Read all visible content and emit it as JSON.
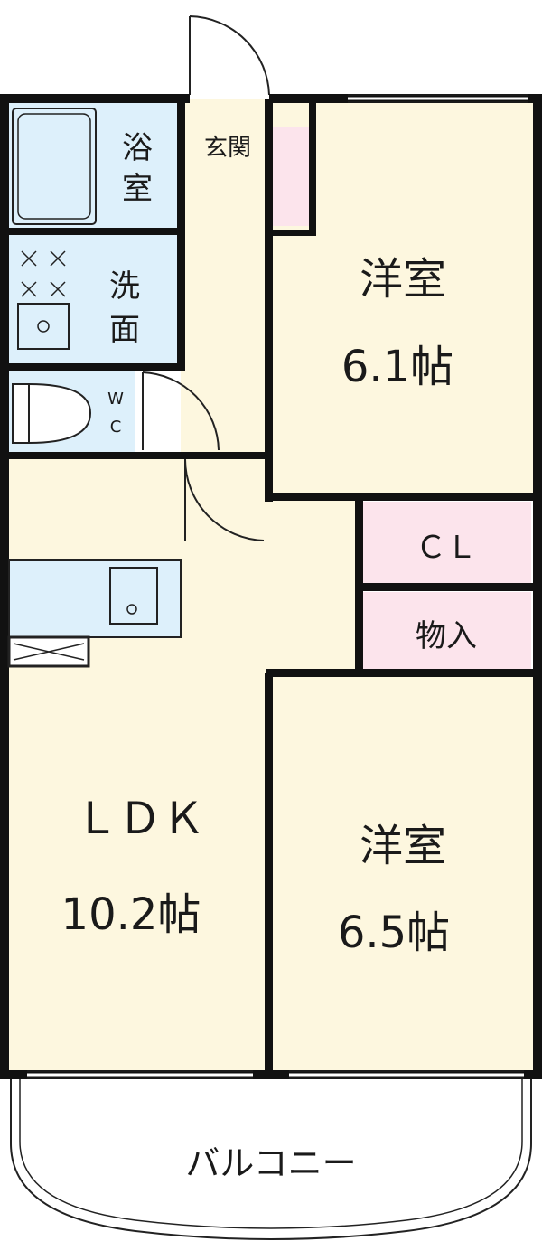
{
  "rooms": {
    "bath": {
      "label_line1": "浴",
      "label_line2": "室"
    },
    "washroom": {
      "label_line1": "洗",
      "label_line2": "面"
    },
    "wc": {
      "label_line1": "W",
      "label_line2": "C"
    },
    "entrance": {
      "label": "玄関"
    },
    "western1": {
      "label": "洋室",
      "size": "6.1帖"
    },
    "closet": {
      "label": "ＣＬ"
    },
    "storage": {
      "label": "物入"
    },
    "ldk": {
      "label": "ＬＤＫ",
      "size": "10.2帖"
    },
    "western2": {
      "label": "洋室",
      "size": "6.5帖"
    },
    "balcony": {
      "label": "バルコニー"
    }
  },
  "colors": {
    "wall": "#111111",
    "room_fill": "#fdf7df",
    "wet_area_fill": "#ddf0fb",
    "storage_fill": "#fce4ec",
    "outline": "#222222"
  }
}
